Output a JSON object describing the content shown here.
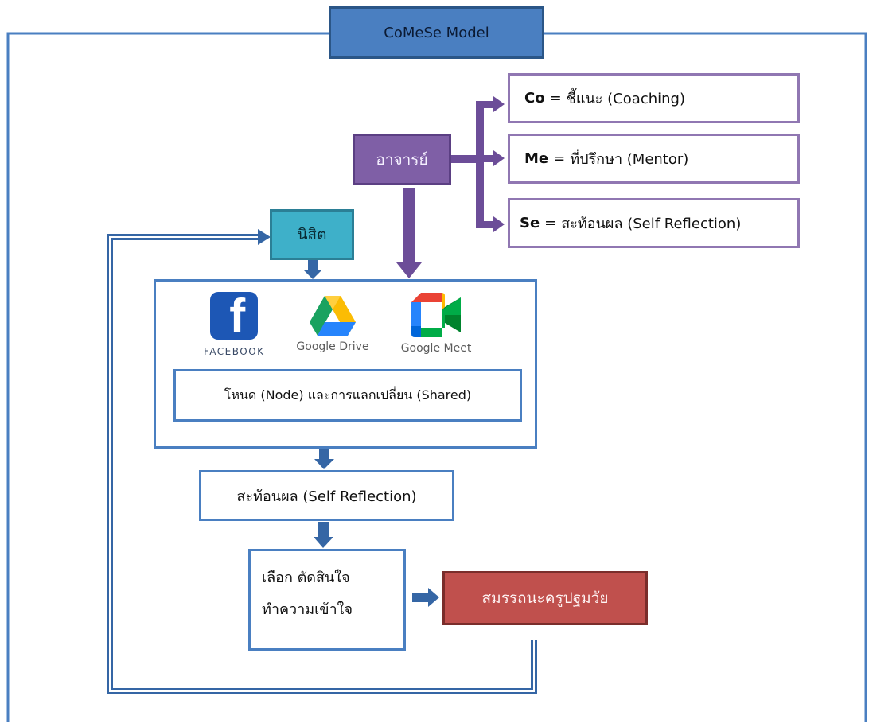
{
  "title": "CoMeSe Model",
  "teacher": "อาจารย์",
  "roles": [
    {
      "abbr": "Co",
      "eq": "=",
      "desc": "ชี้แนะ (Coaching)"
    },
    {
      "abbr": "Me",
      "eq": "=",
      "desc": "ที่ปรึกษา (Mentor)"
    },
    {
      "abbr": "Se",
      "eq": "=",
      "desc": "สะท้อนผล (Self Reflection)"
    }
  ],
  "student": "นิสิต",
  "platforms": {
    "facebook": "FACEBOOK",
    "drive": "Google Drive",
    "meet": "Google Meet"
  },
  "node_shared": "โหนด (Node) และการแลกเปลี่ยน (Shared)",
  "self_reflection": "สะท้อนผล (Self Reflection)",
  "decide": {
    "line1": "เลือก ตัดสินใจ",
    "line2": "ทำความเข้าใจ"
  },
  "competency": "สมรรถนะครูปฐมวัย",
  "colors": {
    "blue_box": "#4a7fc1",
    "purple": "#7f5fa6",
    "teal": "#3eb0c9",
    "red": "#c0504d",
    "connector_blue": "#3566a5",
    "connector_purple": "#6c4d98"
  }
}
